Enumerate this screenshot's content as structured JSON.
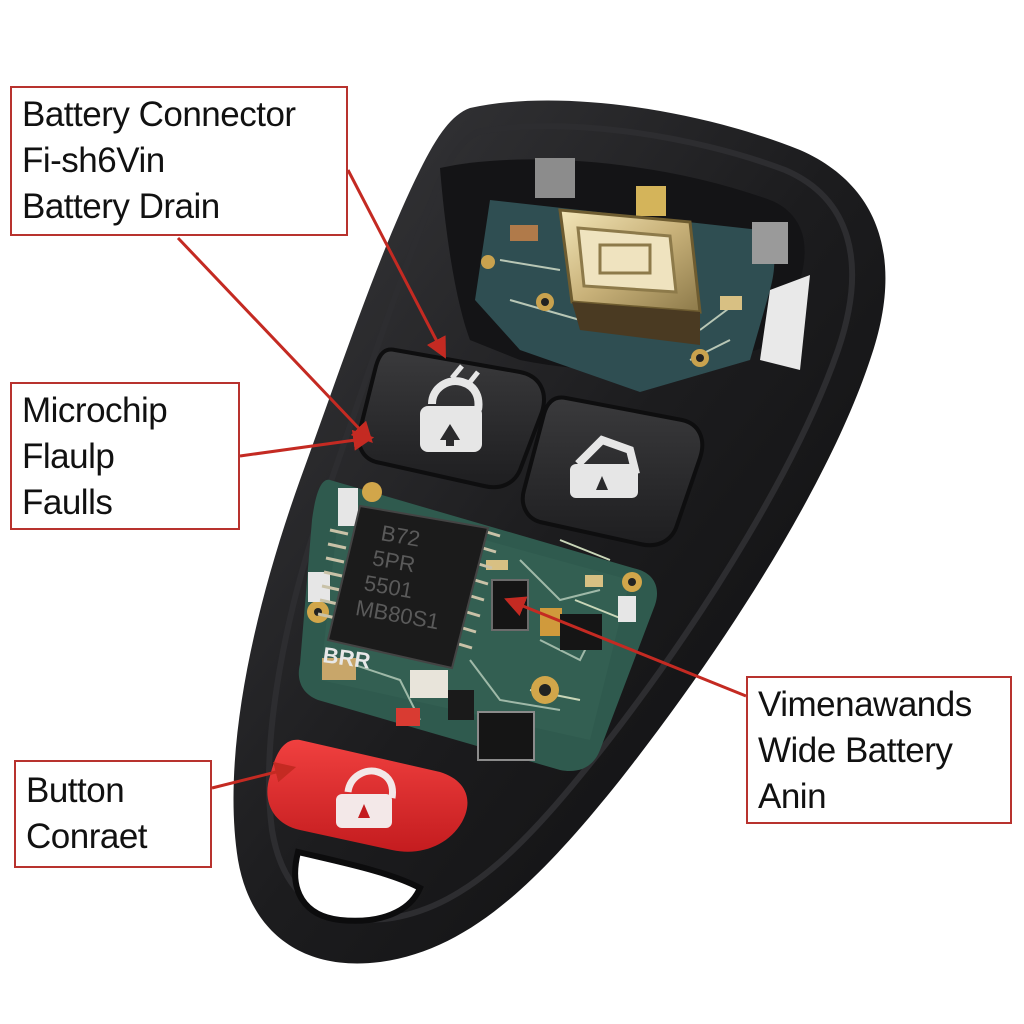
{
  "callouts": {
    "battery": {
      "lines": [
        "Battery Connector",
        "Fi-sh6Vin",
        "Battery Drain"
      ]
    },
    "microchip": {
      "lines": [
        "Microchip",
        "Flaulp",
        "Faulls"
      ]
    },
    "vimenawands": {
      "lines": [
        "Vimenawands",
        "Wide Battery",
        "Anin"
      ]
    },
    "button": {
      "lines": [
        "Button",
        "Conraet"
      ]
    }
  },
  "chip_markings": {
    "lines": [
      "B72",
      "5PR",
      "5501",
      "MB80S1"
    ]
  },
  "board_marking": "BRR",
  "colors": {
    "callout_border": "#b8322e",
    "leader_line": "#c42a22",
    "case": "#1c1c1e",
    "pcb": "#2f5a4e",
    "red_button": "#e0262a",
    "button_face": "#2a2a2c"
  },
  "icons": [
    "unlock-icon",
    "lock-icon",
    "panic-icon"
  ]
}
